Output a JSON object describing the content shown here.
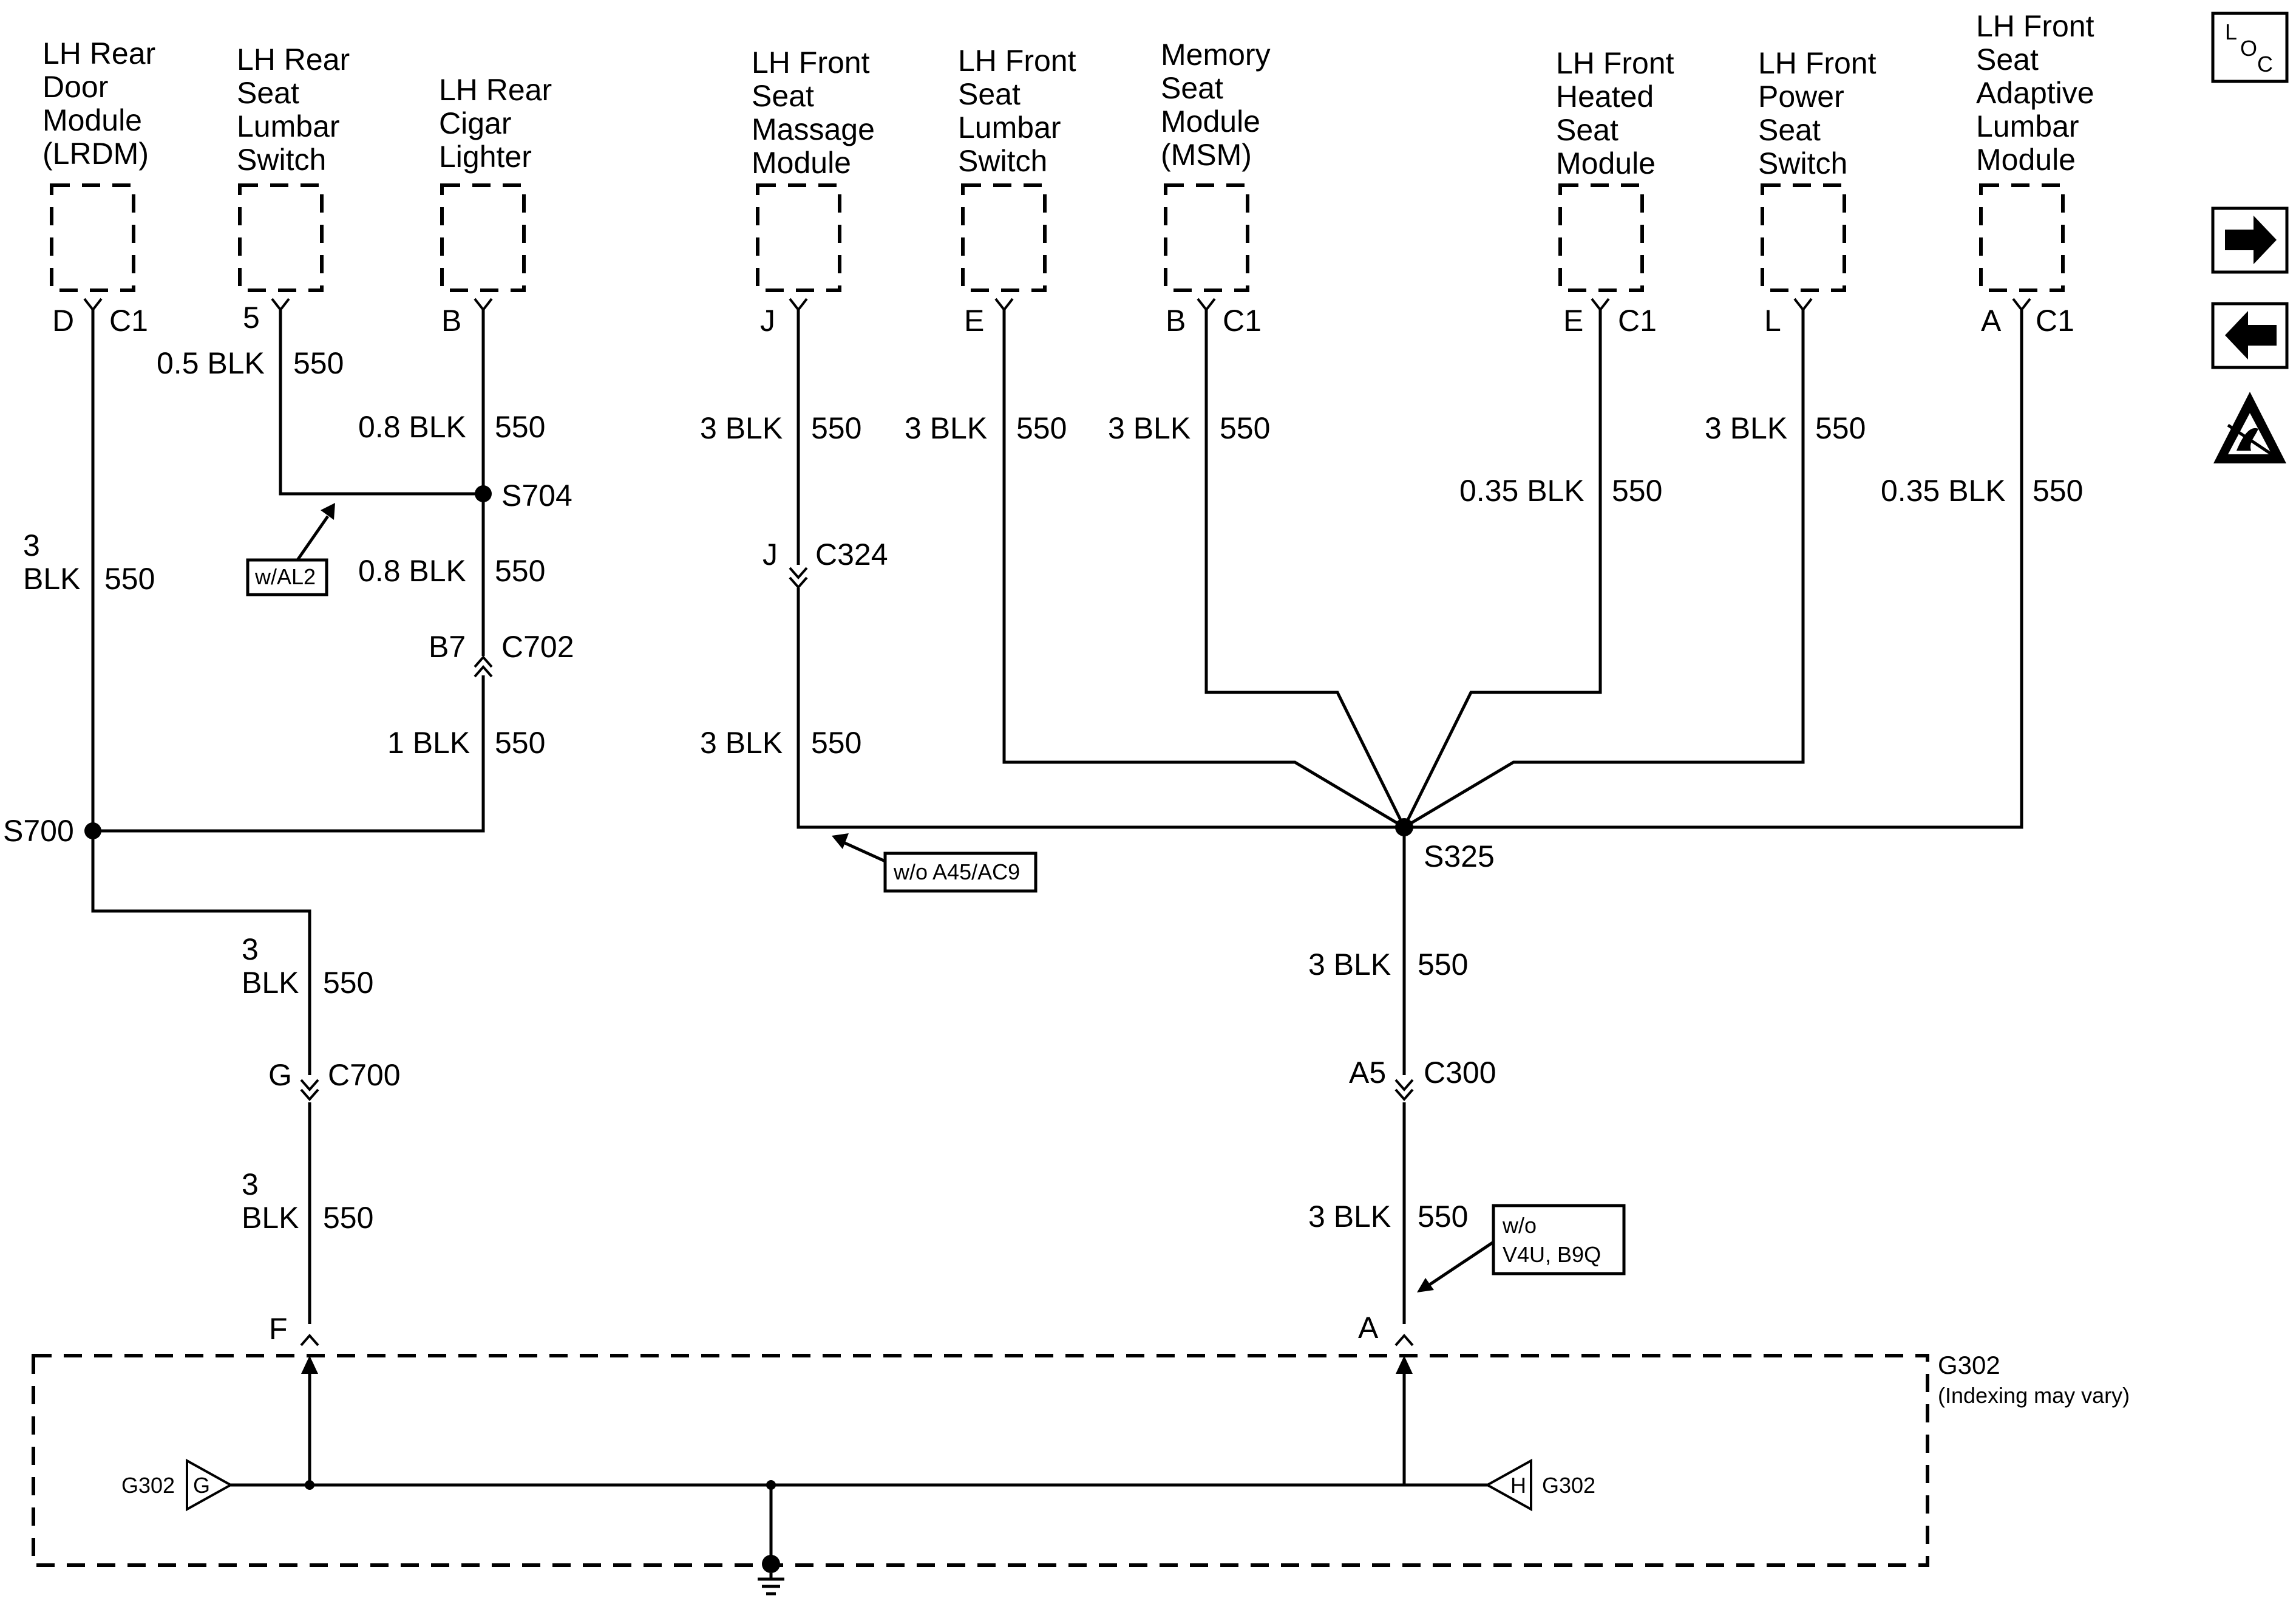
{
  "components": {
    "lrdm": [
      "LH Rear",
      "Door",
      "Module",
      "(LRDM)"
    ],
    "rear_lumbar": [
      "LH Rear",
      "Seat",
      "Lumbar",
      "Switch"
    ],
    "cigar": [
      "LH Rear",
      "Cigar",
      "Lighter"
    ],
    "massage": [
      "LH Front",
      "Seat",
      "Massage",
      "Module"
    ],
    "front_lumbar": [
      "LH Front",
      "Seat",
      "Lumbar",
      "Switch"
    ],
    "msm": [
      "Memory",
      "Seat",
      "Module",
      "(MSM)"
    ],
    "heated": [
      "LH Front",
      "Heated",
      "Seat",
      "Module"
    ],
    "power": [
      "LH Front",
      "Power",
      "Seat",
      "Switch"
    ],
    "adaptive": [
      "LH Front",
      "Seat",
      "Adaptive",
      "Lumbar",
      "Module"
    ]
  },
  "pins": {
    "lrdm": "D",
    "lrdm_conn": "C1",
    "rear_lumbar": "5",
    "cigar": "B",
    "massage": "J",
    "front_lumbar": "E",
    "msm": "B",
    "msm_conn": "C1",
    "heated": "E",
    "heated_conn": "C1",
    "power": "L",
    "adaptive": "A",
    "adaptive_conn": "C1"
  },
  "wires": {
    "rear_lumbar": [
      "0.5 BLK",
      "550"
    ],
    "cigar_top": [
      "0.8 BLK",
      "550"
    ],
    "cigar_mid": [
      "0.8 BLK",
      "550"
    ],
    "cigar_low": [
      "1 BLK",
      "550"
    ],
    "lrdm": [
      "3",
      "BLK",
      "550"
    ],
    "s700_down": [
      "3",
      "BLK",
      "550"
    ],
    "c700_down": [
      "3",
      "BLK",
      "550"
    ],
    "massage_top": [
      "3 BLK",
      "550"
    ],
    "massage_low": [
      "3 BLK",
      "550"
    ],
    "front_lumbar": [
      "3 BLK",
      "550"
    ],
    "msm": [
      "3 BLK",
      "550"
    ],
    "heated": [
      "0.35 BLK",
      "550"
    ],
    "power": [
      "3 BLK",
      "550"
    ],
    "adaptive": [
      "0.35 BLK",
      "550"
    ],
    "s325_down": [
      "3 BLK",
      "550"
    ],
    "c300_down": [
      "3 BLK",
      "550"
    ]
  },
  "splices": {
    "s700": "S700",
    "s704": "S704",
    "s325": "S325"
  },
  "inline_connectors": {
    "c702": {
      "pin": "B7",
      "name": "C702"
    },
    "c324": {
      "pin": "J",
      "name": "C324"
    },
    "c700": {
      "pin": "G",
      "name": "C700"
    },
    "c300": {
      "pin": "A5",
      "name": "C300"
    }
  },
  "ground": {
    "name": "G302",
    "note": "(Indexing may vary)",
    "pin_f": "F",
    "pin_a": "A",
    "left_label": "G302",
    "left_letter": "G",
    "right_label": "G302",
    "right_letter": "H"
  },
  "options": {
    "al2": "w/AL2",
    "a45": "w/o A45/AC9",
    "v4u_line1": "w/o",
    "v4u_line2": "V4U, B9Q"
  },
  "sidebar": {
    "loc_l": "L",
    "loc_o": "O",
    "loc_c": "C",
    "next_icon": "arrow-right-icon",
    "prev_icon": "arrow-left-icon",
    "esd_icon": "esd-warning-icon"
  }
}
